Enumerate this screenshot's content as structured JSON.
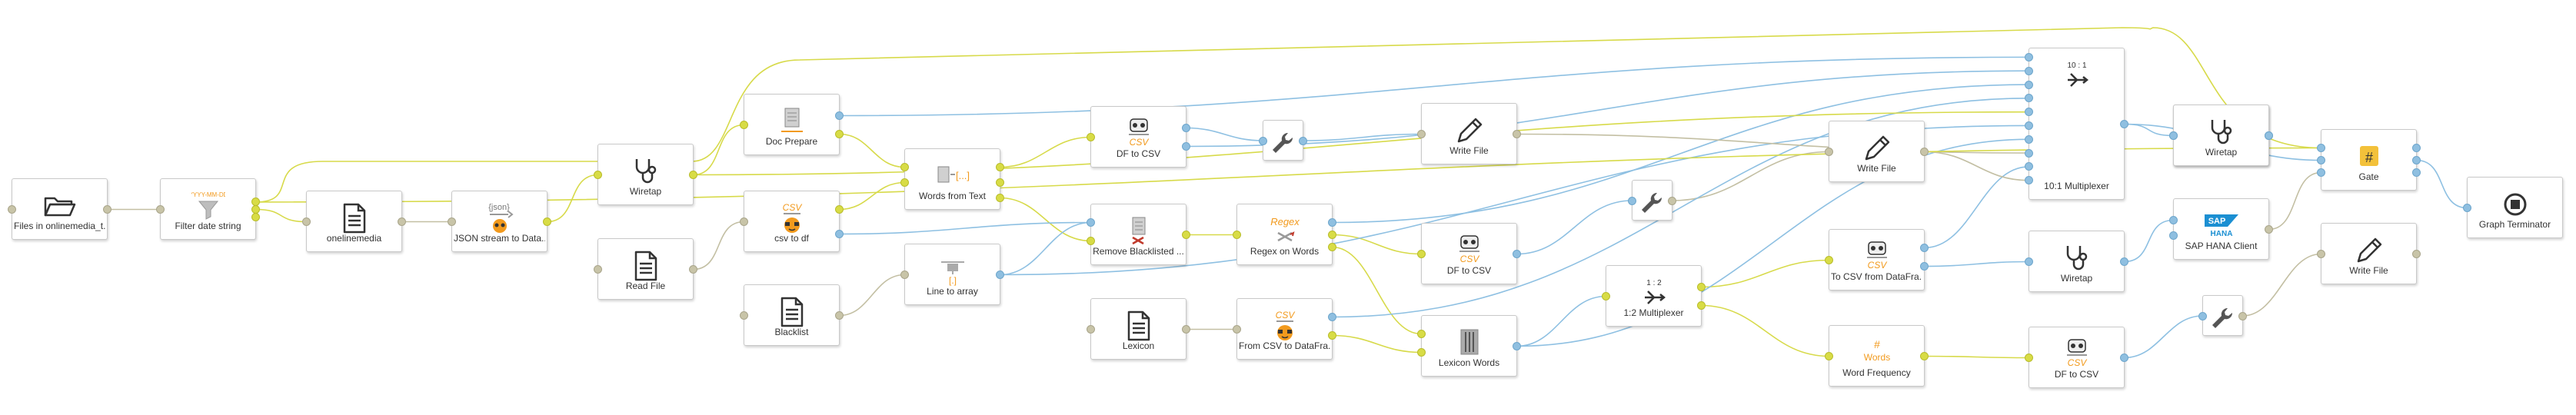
{
  "nodes": [
    {
      "id": "files",
      "label": "Files in onlinemedia_t...",
      "icon": "folder-icon"
    },
    {
      "id": "filter",
      "label": "Filter date string",
      "icon": "filter-icon"
    },
    {
      "id": "onlinemedia",
      "label": "onelinemedia",
      "icon": "document-icon"
    },
    {
      "id": "json",
      "label": "JSON stream to Data...",
      "icon": "json-to-panda-icon",
      "icon_text": "{json}"
    },
    {
      "id": "wiretap1",
      "label": "Wiretap",
      "icon": "stethoscope-icon"
    },
    {
      "id": "readfile",
      "label": "Read File",
      "icon": "document-icon"
    },
    {
      "id": "docprep",
      "label": "Doc Prepare",
      "icon": "doc-prepare-icon"
    },
    {
      "id": "csvtodf",
      "label": "csv to df",
      "icon": "csv-to-panda-icon",
      "icon_text": "CSV"
    },
    {
      "id": "blacklist",
      "label": "Blacklist",
      "icon": "document-icon"
    },
    {
      "id": "words",
      "label": "Words from Text",
      "icon": "words-from-text-icon"
    },
    {
      "id": "line",
      "label": "Line to array",
      "icon": "line-to-array-icon"
    },
    {
      "id": "dftocsv1",
      "label": "DF to CSV",
      "icon": "panda-to-csv-icon",
      "icon_text": "CSV"
    },
    {
      "id": "removebl",
      "label": "Remove Blacklisted ...",
      "icon": "remove-blacklisted-icon"
    },
    {
      "id": "lexicon",
      "label": "Lexicon",
      "icon": "document-icon"
    },
    {
      "id": "wrench1",
      "label": "",
      "icon": "wrench-icon"
    },
    {
      "id": "regex",
      "label": "Regex on Words",
      "icon": "regex-icon",
      "icon_text": "Regex"
    },
    {
      "id": "fromcsv",
      "label": "From CSV to DataFra...",
      "icon": "csv-to-panda-icon",
      "icon_text": "CSV"
    },
    {
      "id": "writefile1",
      "label": "Write File",
      "icon": "pencil-icon"
    },
    {
      "id": "dftocsv2",
      "label": "DF to CSV",
      "icon": "panda-to-csv-icon",
      "icon_text": "CSV"
    },
    {
      "id": "lexwords",
      "label": "Lexicon Words",
      "icon": "lexicon-words-icon"
    },
    {
      "id": "wrench2",
      "label": "",
      "icon": "wrench-icon"
    },
    {
      "id": "mux12",
      "label": "1:2 Multiplexer",
      "icon": "multiplexer-icon",
      "icon_text": "1 : 2"
    },
    {
      "id": "writefile2",
      "label": "Write File",
      "icon": "pencil-icon"
    },
    {
      "id": "tocsv",
      "label": "To CSV from DataFra...",
      "icon": "panda-to-csv-icon",
      "icon_text": "CSV"
    },
    {
      "id": "wordfreq",
      "label": "Word Frequency",
      "icon": "word-frequency-icon",
      "icon_text": "Words"
    },
    {
      "id": "mux101",
      "label": "10:1 Multiplexer",
      "icon": "multiplexer-icon",
      "icon_text": "10 : 1"
    },
    {
      "id": "wiretap2",
      "label": "Wiretap",
      "icon": "stethoscope-icon"
    },
    {
      "id": "wiretap3",
      "label": "Wiretap",
      "icon": "stethoscope-icon"
    },
    {
      "id": "dftocsv3",
      "label": "DF to CSV",
      "icon": "panda-to-csv-icon",
      "icon_text": "CSV"
    },
    {
      "id": "wiretap4",
      "label": "Wiretap",
      "icon": "stethoscope-icon"
    },
    {
      "id": "saphana",
      "label": "SAP HANA Client",
      "icon": "sap-hana-icon",
      "icon_text": "SAP",
      "icon_subtext": "HANA"
    },
    {
      "id": "wrench3",
      "label": "",
      "icon": "wrench-icon"
    },
    {
      "id": "gate",
      "label": "Gate",
      "icon": "gate-icon"
    },
    {
      "id": "writefile3",
      "label": "Write File",
      "icon": "pencil-icon"
    },
    {
      "id": "terminator",
      "label": "Graph Terminator",
      "icon": "stop-icon"
    }
  ],
  "colors": {
    "yellow_link": "#d7da4a",
    "blue_link": "#8ec0e2",
    "gray_link": "#c3bfa3",
    "orange": "#f29a1d",
    "sap_blue": "#1b8fd2"
  }
}
